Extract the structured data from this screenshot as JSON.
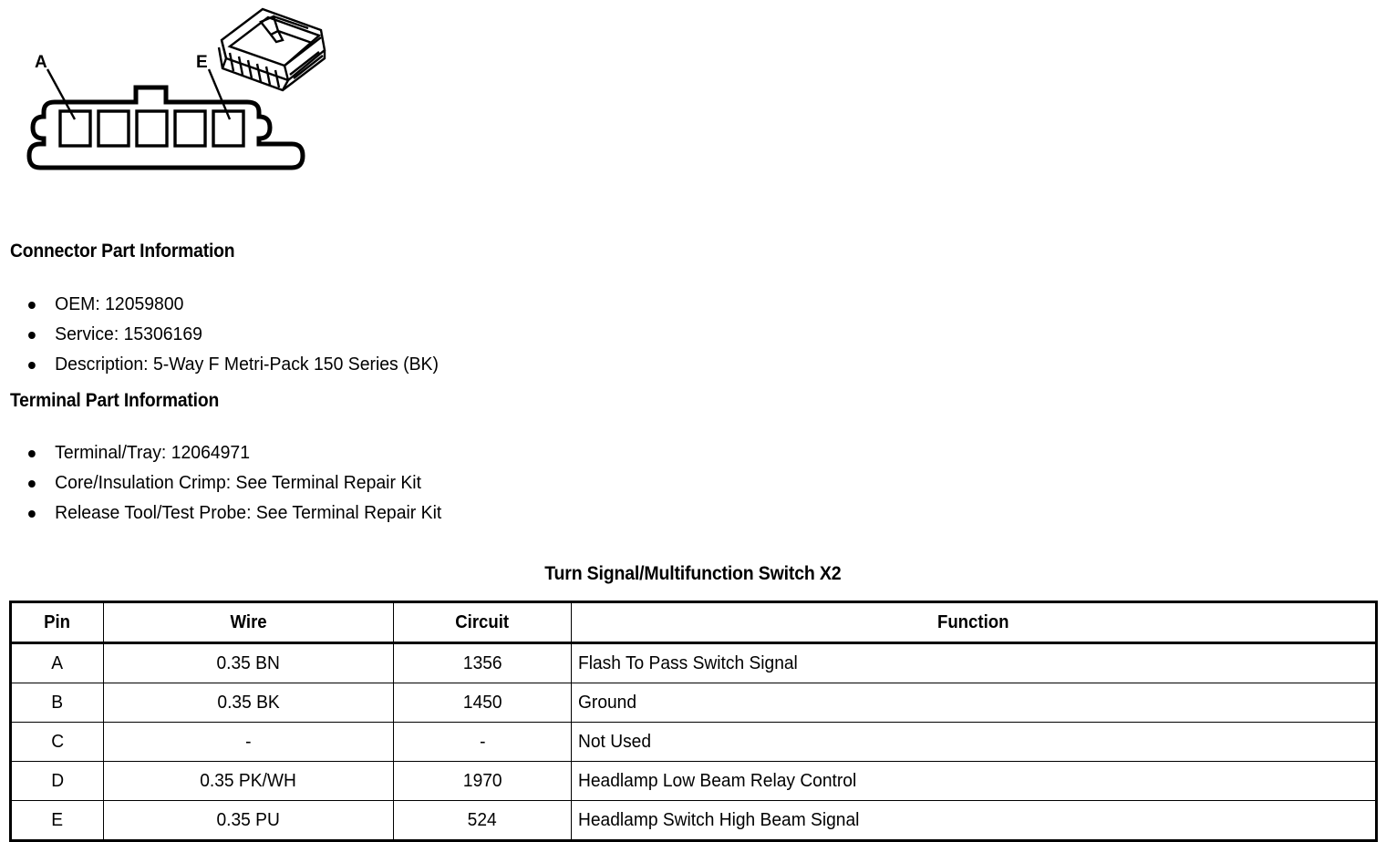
{
  "figure": {
    "name": "connector-face-view",
    "callouts": [
      {
        "label": "A",
        "cavity": 1
      },
      {
        "label": "E",
        "cavity": 5
      }
    ],
    "cavity_count": 5,
    "inset_view_label": "isometric-connector-view",
    "line_color": "#000000"
  },
  "connector_part": {
    "heading": "Connector Part Information",
    "items": [
      "OEM: 12059800",
      "Service: 15306169",
      "Description: 5-Way F Metri-Pack 150 Series (BK)"
    ]
  },
  "terminal_part": {
    "heading": "Terminal Part Information",
    "items": [
      "Terminal/Tray: 12064971",
      "Core/Insulation Crimp: See Terminal Repair Kit",
      "Release Tool/Test Probe: See Terminal Repair Kit"
    ]
  },
  "pinout": {
    "title": "Turn Signal/Multifunction Switch X2",
    "columns": [
      "Pin",
      "Wire",
      "Circuit",
      "Function"
    ],
    "rows": [
      {
        "pin": "A",
        "wire": "0.35 BN",
        "circuit": "1356",
        "function": "Flash To Pass Switch Signal"
      },
      {
        "pin": "B",
        "wire": "0.35 BK",
        "circuit": "1450",
        "function": "Ground"
      },
      {
        "pin": "C",
        "wire": "-",
        "circuit": "-",
        "function": "Not Used"
      },
      {
        "pin": "D",
        "wire": "0.35 PK/WH",
        "circuit": "1970",
        "function": "Headlamp Low Beam Relay Control"
      },
      {
        "pin": "E",
        "wire": "0.35 PU",
        "circuit": "524",
        "function": "Headlamp Switch High Beam Signal"
      }
    ]
  }
}
